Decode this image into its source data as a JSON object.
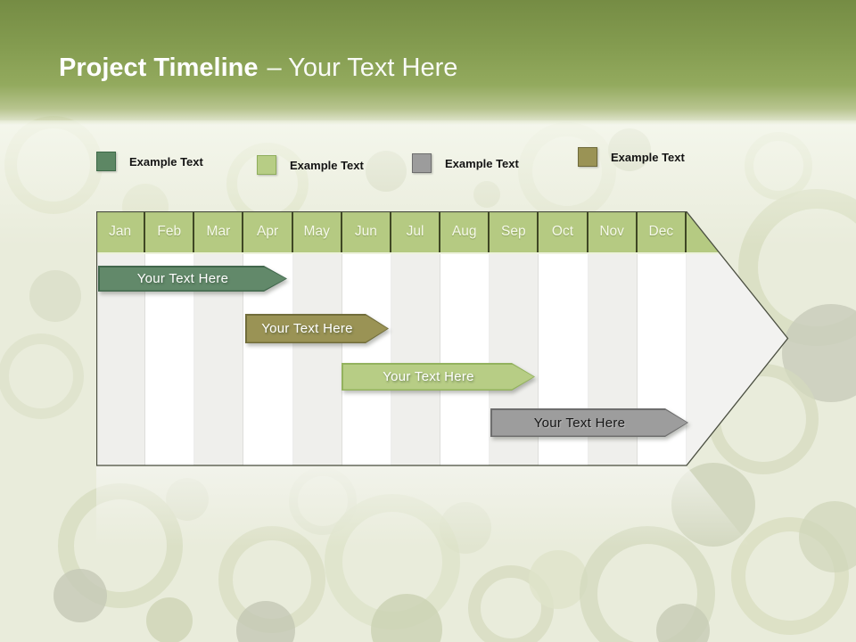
{
  "slide": {
    "title_bold": "Project Timeline",
    "title_rest": "– Your Text Here"
  },
  "legend": {
    "items": [
      {
        "label": "Example Text",
        "color": "#5d8764",
        "border": "#3e6a49"
      },
      {
        "label": "Example Text",
        "color": "#b7cd85",
        "border": "#8fae5c"
      },
      {
        "label": "Example Text",
        "color": "#9c9c9c",
        "border": "#6e6e6e"
      },
      {
        "label": "Example Text",
        "color": "#9a9355",
        "border": "#6e6a3a"
      }
    ]
  },
  "timeline": {
    "months": [
      "Jan",
      "Feb",
      "Mar",
      "Apr",
      "May",
      "Jun",
      "Jul",
      "Aug",
      "Sep",
      "Oct",
      "Nov",
      "Dec"
    ],
    "header_color": "#b5ca82",
    "bars": [
      {
        "label": "Your Text Here",
        "color": "#62896a",
        "border": "#41674c",
        "text_color": "#ffffff",
        "start": "Jan",
        "end": "Apr"
      },
      {
        "label": "Your Text Here",
        "color": "#9a9355",
        "border": "#716d3b",
        "text_color": "#ffffff",
        "start": "Apr",
        "end": "Jun"
      },
      {
        "label": "Your Text Here",
        "color": "#b7cd85",
        "border": "#93b25e",
        "text_color": "#ffffff",
        "start": "Jun",
        "end": "Sep"
      },
      {
        "label": "Your Text Here",
        "color": "#9d9d9d",
        "border": "#6e6e6e",
        "text_color": "#161616",
        "start": "Sep",
        "end": "Dec"
      }
    ]
  },
  "chart_data": {
    "type": "bar",
    "subtype": "gantt-timeline",
    "title": "Project Timeline – Your Text Here",
    "categories": [
      "Jan",
      "Feb",
      "Mar",
      "Apr",
      "May",
      "Jun",
      "Jul",
      "Aug",
      "Sep",
      "Oct",
      "Nov",
      "Dec"
    ],
    "series": [
      {
        "name": "Your Text Here",
        "start": "Jan",
        "end": "Apr",
        "row": 1,
        "color": "#62896a"
      },
      {
        "name": "Your Text Here",
        "start": "Apr",
        "end": "Jun",
        "row": 2,
        "color": "#9a9355"
      },
      {
        "name": "Your Text Here",
        "start": "Jun",
        "end": "Sep",
        "row": 3,
        "color": "#b7cd85"
      },
      {
        "name": "Your Text Here",
        "start": "Sep",
        "end": "Dec",
        "row": 4,
        "color": "#9d9d9d"
      }
    ],
    "legend_position": "top",
    "legend_entries": [
      "Example Text",
      "Example Text",
      "Example Text",
      "Example Text"
    ],
    "xlabel": "",
    "ylabel": "",
    "grid": "vertical-stripes"
  }
}
